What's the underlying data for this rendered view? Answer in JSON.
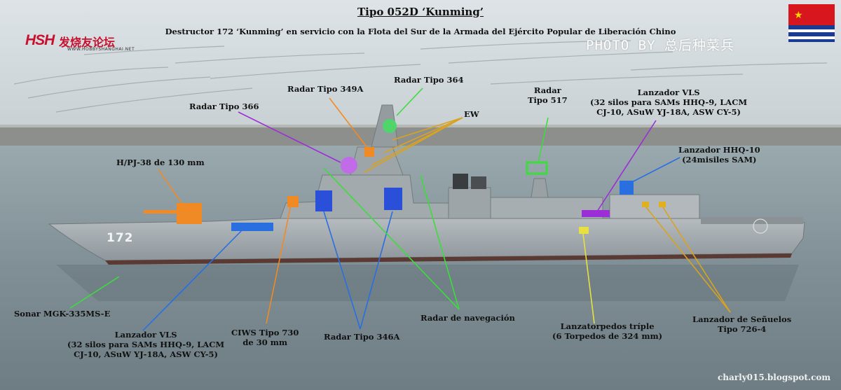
{
  "header": {
    "title": "Tipo 052D ‘Kunming’",
    "subtitle": "Destructor 172 ‘Kunming’ en servicio con la Flota del Sur de la Armada del Ejército Popular de Liberación Chino",
    "photo_credit": "PHOTO BY 总后种菜兵"
  },
  "logo": {
    "text": "HSH",
    "cn": "发烧友论坛",
    "sub": "WWW.HOBBYSHANGHAI.NET"
  },
  "hull_number": "172",
  "watermark": "charly015.blogspot.com",
  "labels": {
    "radar_349a": "Radar Tipo 349A",
    "radar_364": "Radar Tipo 364",
    "radar_366": "Radar Tipo 366",
    "ew": "EW",
    "radar_517_l1": "Radar",
    "radar_517_l2": "Tipo 517",
    "vls_top_l1": "Lanzador VLS",
    "vls_top_l2": "(32 silos para SAMs HHQ-9, LACM",
    "vls_top_l3": "CJ-10, ASuW YJ-18A, ASW CY-5)",
    "hhq10_l1": "Lanzador HHQ-10",
    "hhq10_l2": "(24misiles SAM)",
    "gun": "H/PJ-38 de 130 mm",
    "sonar": "Sonar MGK-335MS-E",
    "vls_bot_l1": "Lanzador VLS",
    "vls_bot_l2": "(32 silos para SAMs HHQ-9, LACM",
    "vls_bot_l3": "CJ-10, ASuW YJ-18A, ASW CY-5)",
    "ciws_l1": "CIWS Tipo 730",
    "ciws_l2": "de 30 mm",
    "radar_346a": "Radar Tipo 346A",
    "nav_radar": "Radar de navegación",
    "torpedo_l1": "Lanzatorpedos tríple",
    "torpedo_l2": "(6 Torpedos de 324 mm)",
    "decoy_l1": "Lanzador de Señuelos",
    "decoy_l2": "Tipo 726-4"
  },
  "colors": {
    "orange": "#f08a24",
    "green": "#3ddc3d",
    "purple": "#9b2ed6",
    "blue": "#2a6fe0",
    "yellow": "#e8e040",
    "gold": "#d9a320",
    "flag_red": "#d7161e",
    "flag_star": "#ffd700",
    "flag_blue": "#1a3b8f"
  }
}
